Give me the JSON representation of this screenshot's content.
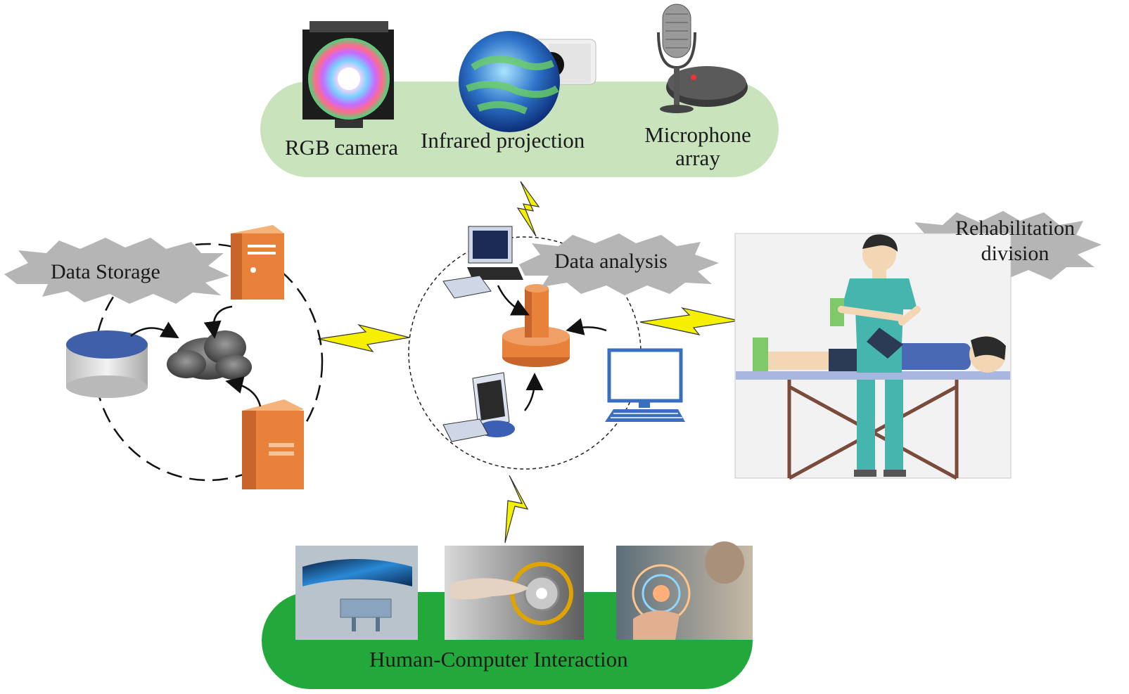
{
  "devices": {
    "rgb_camera_label": "RGB camera",
    "infrared_label": "Infrared projection",
    "microphone_label_line1": "Microphone",
    "microphone_label_line2": "array"
  },
  "nodes": {
    "data_storage_label": "Data Storage",
    "data_analysis_label": "Data analysis",
    "rehab_label_line1": "Rehabilitation",
    "rehab_label_line2": "division"
  },
  "hci": {
    "label": "Human-Computer Interaction"
  },
  "colors": {
    "top_band": "#c9e4bd",
    "bottom_band": "#23a83c",
    "burst": "#b5b5b5",
    "lightning": "#f4f000",
    "server_orange": "#e8823a",
    "monitor_blue": "#3a6fbf"
  }
}
